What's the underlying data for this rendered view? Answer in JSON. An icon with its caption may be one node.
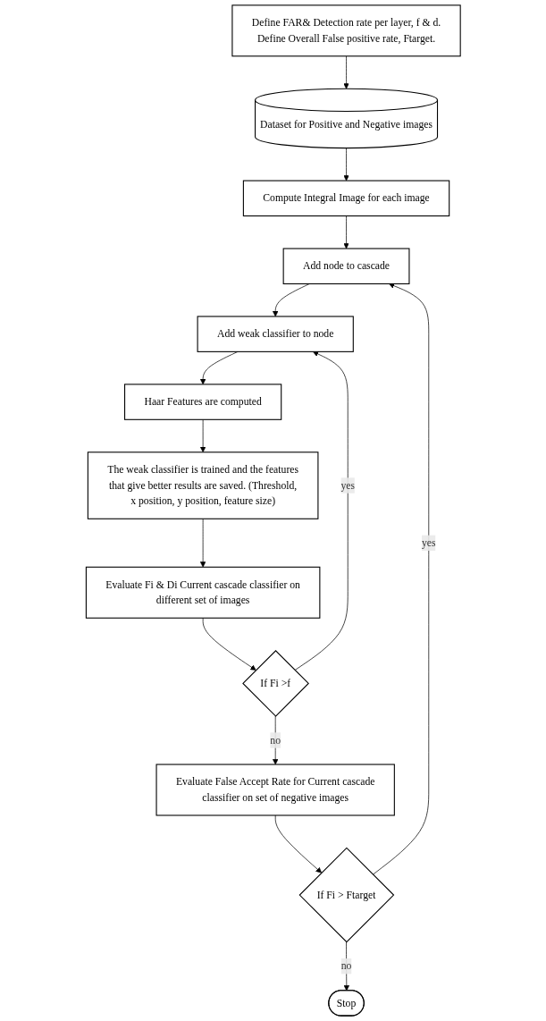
{
  "diagram": {
    "nodes": [
      {
        "text": [
          "Define FAR& Detection rate per layer, f & d. Define Overall False positive rate, Ftarget."
        ]
      },
      {
        "text": [
          "Dataset for Positive and Negative images"
        ]
      },
      {
        "text": [
          "Compute Integral Image for each image"
        ]
      },
      {
        "text": [
          "Add node to cascade"
        ]
      },
      {
        "text": [
          "Add weak classifier to node"
        ]
      },
      {
        "text": [
          "Haar Features are computed"
        ]
      },
      {
        "text": [
          "The weak classifier is trained and the features that give better results are saved. (Threshold, x position, y position, feature size)"
        ]
      },
      {
        "text": [
          "Evaluate Fi & Di Current cascade classifier on different set of images"
        ]
      },
      {
        "text": [
          "If Fi >f"
        ]
      },
      {
        "text": [
          "Evaluate False Accept Rate for Current cascade classifier on set of negative images"
        ]
      },
      {
        "text": [
          "If Fi > Ftarget"
        ]
      },
      {
        "text": [
          "Stop"
        ]
      }
    ],
    "edges": [
      {
        "from": 0,
        "to": 1,
        "arrow": "to"
      },
      {
        "from": 1,
        "to": 2,
        "arrow": "to"
      },
      {
        "from": 2,
        "to": 3,
        "arrow": "to"
      },
      {
        "from": 3,
        "to": 4,
        "arrow": "to"
      },
      {
        "from": 4,
        "to": 5,
        "arrow": "to"
      },
      {
        "from": 5,
        "to": 6,
        "arrow": "to"
      },
      {
        "from": 6,
        "to": 7,
        "arrow": "to"
      },
      {
        "from": 7,
        "to": 8,
        "arrow": "to"
      },
      {
        "from": 8,
        "to": 4,
        "label": "yes",
        "arrow": "to"
      },
      {
        "from": 8,
        "to": 9,
        "label": "no",
        "arrow": "to"
      },
      {
        "from": 9,
        "to": 10,
        "arrow": "to"
      },
      {
        "from": 10,
        "to": 3,
        "label": "yes",
        "arrow": "to"
      },
      {
        "from": 10,
        "to": 11,
        "label": "no",
        "arrow": "to"
      }
    ]
  }
}
